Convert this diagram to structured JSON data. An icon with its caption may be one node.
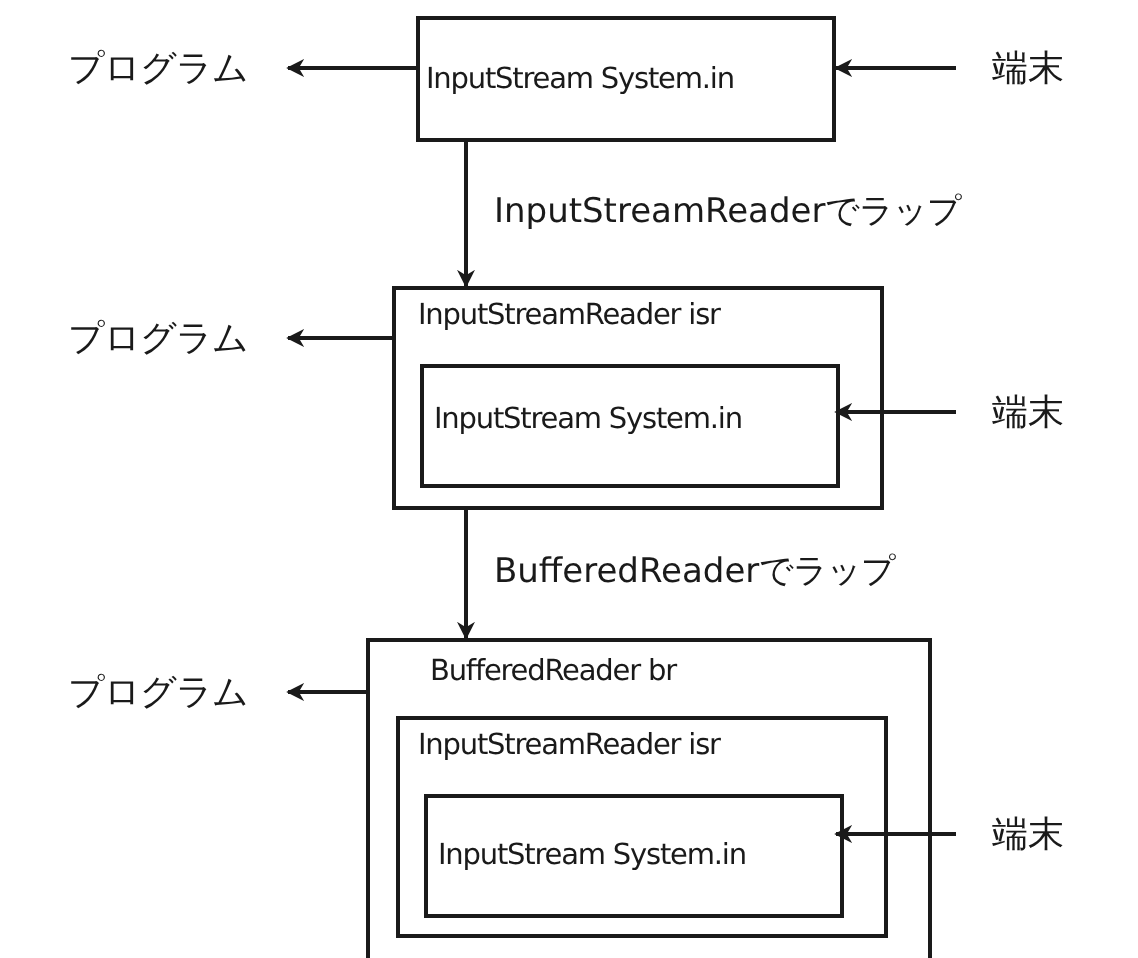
{
  "diagram": {
    "nodes": [
      {
        "text": [
          "プログラム"
        ]
      },
      {
        "text": [
          "InputStream System.in"
        ]
      },
      {
        "text": [
          "端末"
        ]
      },
      {
        "text": [
          "プログラム"
        ]
      },
      {
        "text": [
          "InputStreamReader isr"
        ]
      },
      {
        "text": [
          "InputStream System.in"
        ],
        "in": 4
      },
      {
        "text": [
          "端末"
        ]
      },
      {
        "text": [
          "プログラム"
        ]
      },
      {
        "text": [
          "BufferedReader br"
        ]
      },
      {
        "text": [
          "InputStreamReader isr"
        ],
        "in": 8
      },
      {
        "text": [
          "InputStream System.in"
        ],
        "in": 9
      },
      {
        "text": [
          "端末"
        ]
      }
    ],
    "edges": [
      {
        "from": 1,
        "to": 0,
        "arrow": "to"
      },
      {
        "from": 2,
        "to": 1,
        "arrow": "to"
      },
      {
        "from": 1,
        "to": 4,
        "arrow": "to",
        "label": "InputStreamReaderでラップ"
      },
      {
        "from": 4,
        "to": 3,
        "arrow": "to"
      },
      {
        "from": 6,
        "to": 5,
        "arrow": "to"
      },
      {
        "from": 4,
        "to": 8,
        "arrow": "to",
        "label": "BufferedReaderでラップ"
      },
      {
        "from": 8,
        "to": 7,
        "arrow": "to"
      },
      {
        "from": 11,
        "to": 10,
        "arrow": "to"
      }
    ]
  }
}
